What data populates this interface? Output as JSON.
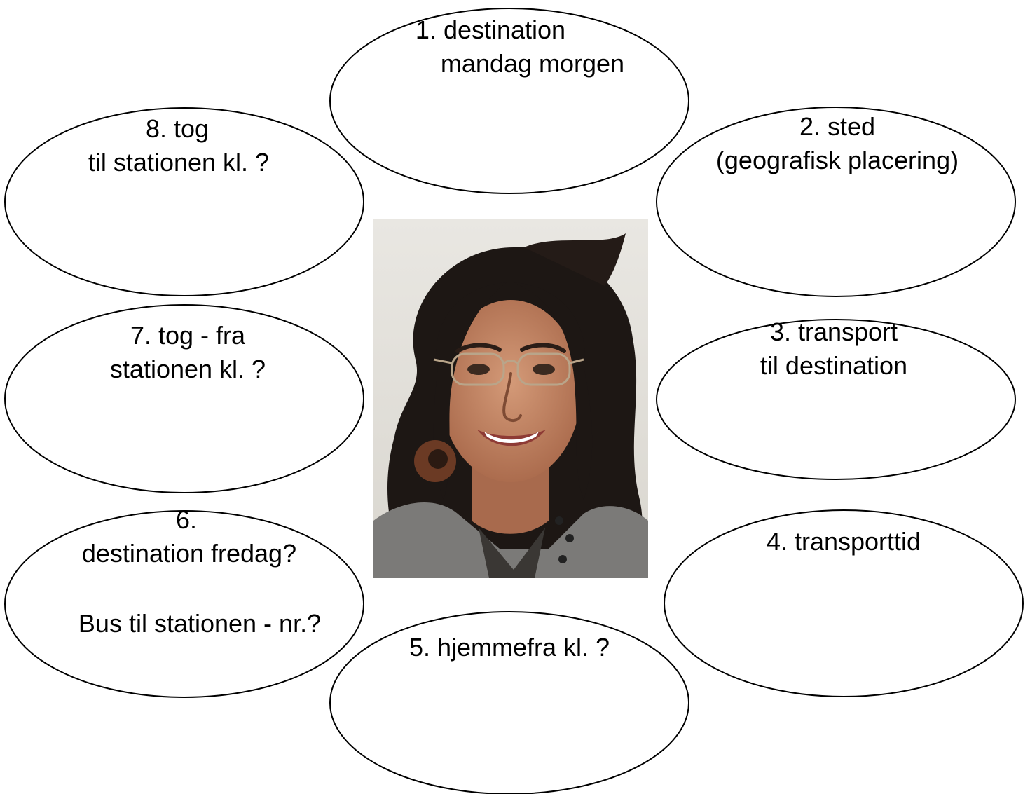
{
  "colors": {
    "background": "#ffffff",
    "stroke": "#000000",
    "text": "#000000"
  },
  "bubbles": [
    {
      "id": "1",
      "lines": [
        "1. destination",
        "mandag morgen"
      ]
    },
    {
      "id": "2",
      "lines": [
        "2. sted",
        "(geografisk placering)"
      ]
    },
    {
      "id": "3",
      "lines": [
        "3. transport",
        "til destination"
      ]
    },
    {
      "id": "4",
      "lines": [
        "4. transporttid"
      ]
    },
    {
      "id": "5",
      "lines": [
        "5. hjemmefra kl. ?"
      ]
    },
    {
      "id": "6",
      "lines": [
        "6.",
        "destination fredag?",
        "",
        "Bus til stationen - nr.?"
      ]
    },
    {
      "id": "7",
      "lines": [
        "7. tog - fra",
        "stationen kl. ?"
      ]
    },
    {
      "id": "8",
      "lines": [
        "8. tog",
        "til stationen kl. ?"
      ]
    }
  ],
  "photo": {
    "subject": "smiling woman with dark wavy hair, glasses and round earrings"
  }
}
